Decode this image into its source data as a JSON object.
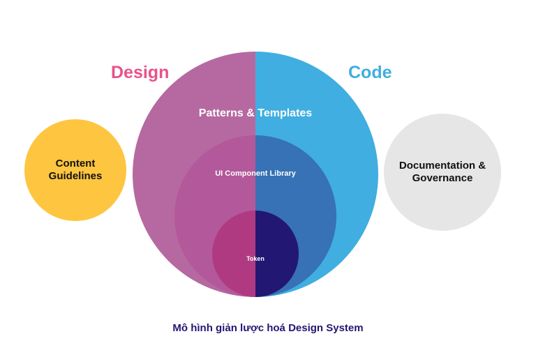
{
  "diagram": {
    "design_label": "Design",
    "code_label": "Code",
    "content_guidelines": "Content\nGuidelines",
    "documentation": "Documentation &\nGovernance",
    "patterns": "Patterns & Templates",
    "ui_library": "UI Component Library",
    "token": "Token",
    "caption": "Mô hình giản lược hoá Design System"
  },
  "colors": {
    "design_pink": "#e8528a",
    "code_blue": "#40aee0",
    "content_yellow": "#fec540",
    "documentation_gray": "#e6e6e6",
    "outer_left": "#b669a0",
    "outer_right": "#40aee0",
    "middle_left": "#b3589a",
    "middle_right": "#3672b5",
    "inner_left": "#b03a82",
    "inner_right": "#221772",
    "caption_navy": "#221772"
  }
}
